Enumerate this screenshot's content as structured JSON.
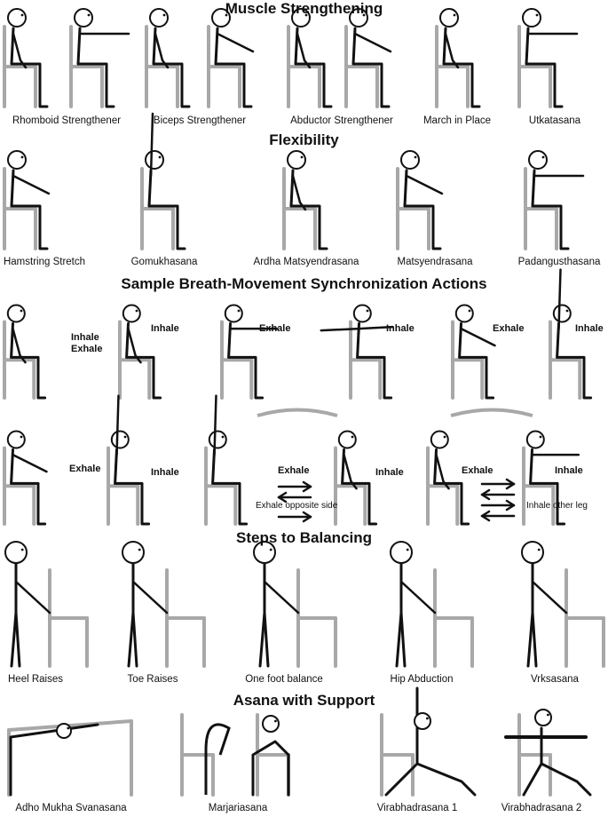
{
  "sections": {
    "muscle": {
      "title": "Muscle Strengthening",
      "labels": [
        "Rhomboid Strengthener",
        "Biceps Strengthener",
        "Abductor Strengthener",
        "March in Place",
        "Utkatasana"
      ]
    },
    "flexibility": {
      "title": "Flexibility",
      "labels": [
        "Hamstring Stretch",
        "Gomukhasana",
        "Ardha Matsyendrasana",
        "Matsyendrasana",
        "Padangusthasana"
      ]
    },
    "breath": {
      "title": "Sample Breath-Movement Synchronization Actions",
      "row1": [
        "Inhale",
        "Exhale",
        "Inhale",
        "Exhale",
        "Inhale",
        "Exhale",
        "Inhale"
      ],
      "row2": [
        "Exhale",
        "Inhale",
        "Exhale",
        "Inhale",
        "Exhale",
        "Inhale"
      ],
      "notes": [
        "Exhale opposite side",
        "Inhale other leg"
      ]
    },
    "balancing": {
      "title": "Steps to Balancing",
      "labels": [
        "Heel Raises",
        "Toe Raises",
        "One foot balance",
        "Hip Abduction",
        "Vrksasana"
      ]
    },
    "support": {
      "title": "Asana with Support",
      "labels": [
        "Adho Mukha Svanasana",
        "Marjariasana",
        "Virabhadrasana 1",
        "Virabhadrasana 2"
      ]
    }
  },
  "colors": {
    "chair": "#a8a8a8",
    "figure": "#111111"
  }
}
